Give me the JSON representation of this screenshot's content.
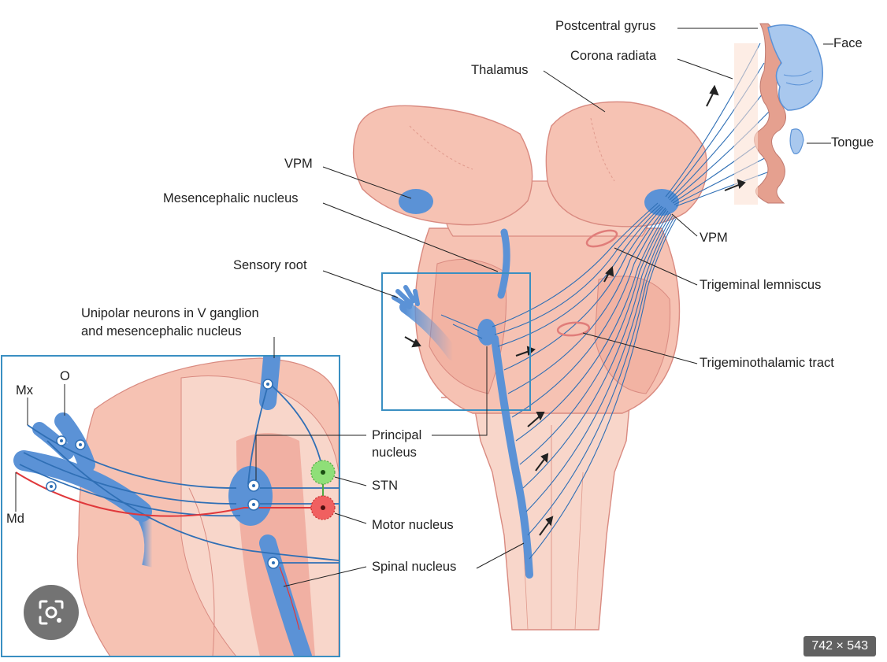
{
  "labels": {
    "postcentral_gyrus": "Postcentral gyrus",
    "face": "Face",
    "corona_radiata": "Corona radiata",
    "thalamus": "Thalamus",
    "tongue": "Tongue",
    "vpm_left": "VPM",
    "mesencephalic_nucleus": "Mesencephalic nucleus",
    "vpm_right": "VPM",
    "sensory_root": "Sensory root",
    "trigeminal_lemniscus": "Trigeminal lemniscus",
    "unipolar_line1": "Unipolar neurons in V ganglion",
    "unipolar_line2": "and mesencephalic nucleus",
    "trigeminothalamic_tract": "Trigeminothalamic tract",
    "o": "O",
    "mx": "Mx",
    "md": "Md",
    "principal_line1": "Principal",
    "principal_line2": "nucleus",
    "stn": "STN",
    "motor_nucleus": "Motor nucleus",
    "spinal_nucleus": "Spinal nucleus"
  },
  "image_size_badge": "742 × 543",
  "icons": {
    "lens": "lens-search-icon"
  },
  "colors": {
    "tissue": "#f6c2b3",
    "tissue_dark": "#e9a293",
    "outline": "#d98a80",
    "nerve_blue": "#5b92d6",
    "fiber_blue": "#2f6fb5",
    "motor_red": "#e0383b",
    "stn_green": "#6fcf5f"
  }
}
